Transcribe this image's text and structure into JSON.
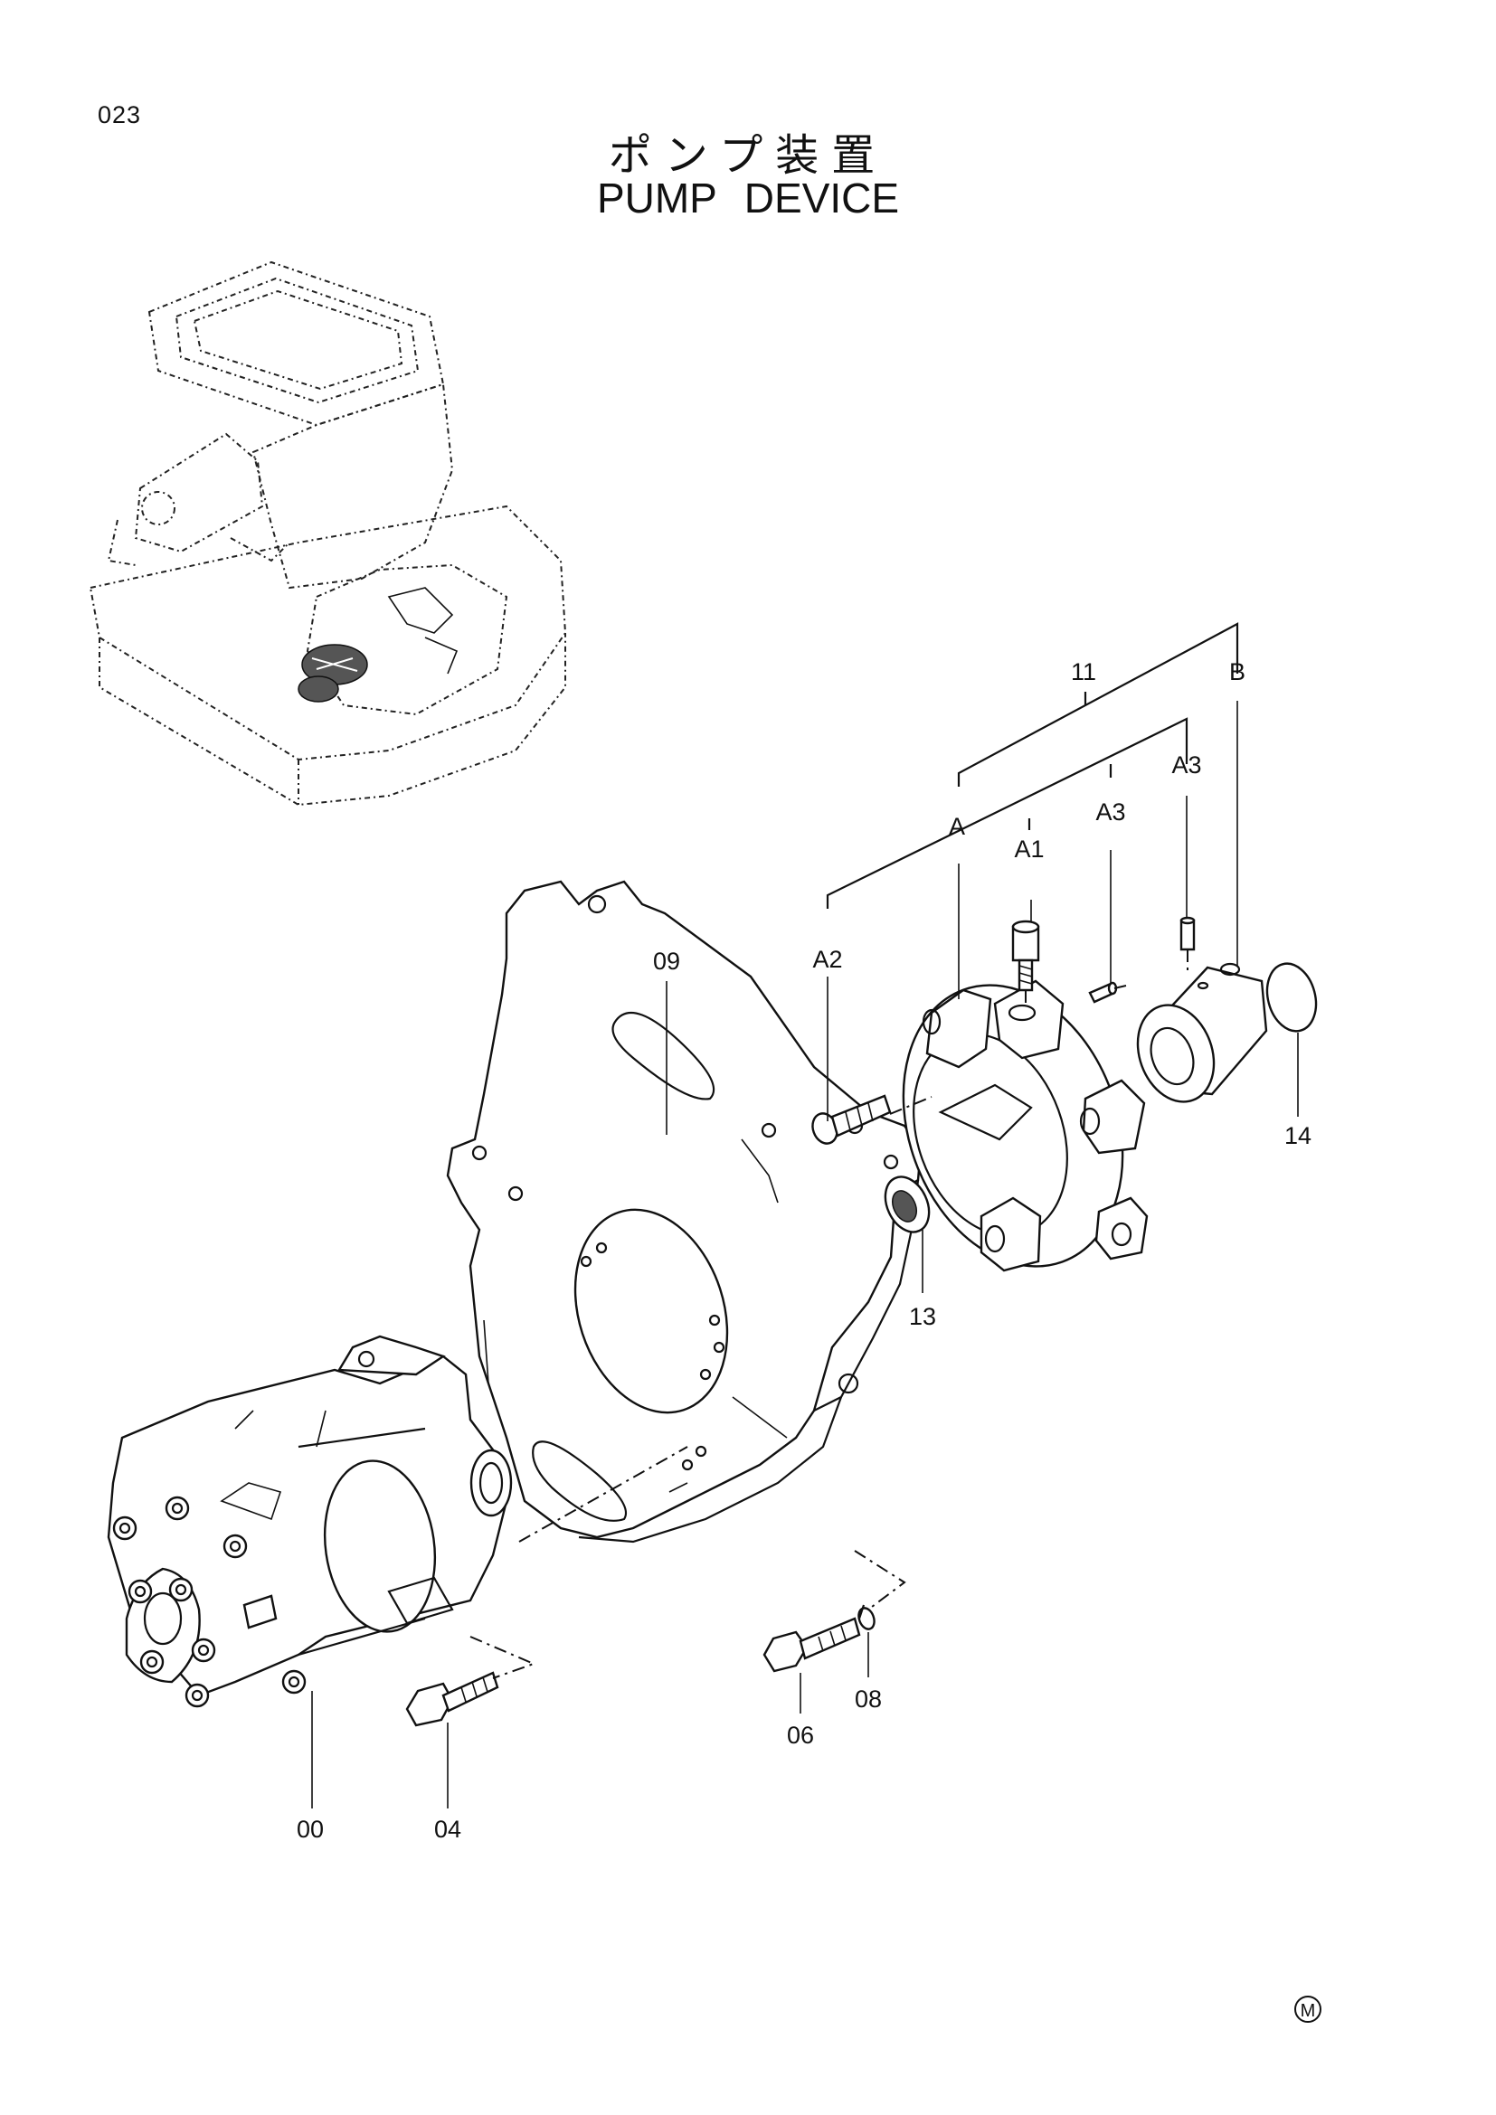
{
  "page": {
    "number": "023",
    "title_jp": "ポンプ装置",
    "title_en": "PUMP DEVICE",
    "mark": "M"
  },
  "callouts": {
    "pump": "00",
    "bolt_flange": "04",
    "bolt_housing": "06",
    "washer": "08",
    "housing": "09",
    "coupling_assy": "11",
    "seal": "13",
    "cap": "14",
    "group_a": "A",
    "group_b": "B",
    "a1": "A1",
    "a2": "A2",
    "a3_upper": "A3",
    "a3_lower": "A3"
  }
}
